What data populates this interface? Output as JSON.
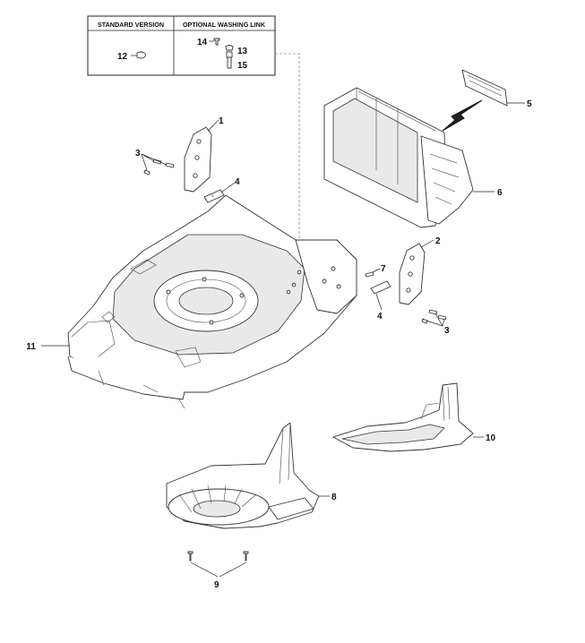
{
  "legend_box": {
    "standard_header": "STANDARD VERSION",
    "optional_header": "OPTIONAL WASHING LINK",
    "standard_item": "12",
    "optional_items": [
      "14",
      "13",
      "15"
    ]
  },
  "callouts": {
    "c1": "1",
    "c2": "2",
    "c3a": "3",
    "c3b": "3",
    "c4a": "4",
    "c4b": "4",
    "c5": "5",
    "c6": "6",
    "c7": "7",
    "c8": "8",
    "c9": "9",
    "c10": "10",
    "c11": "11"
  }
}
